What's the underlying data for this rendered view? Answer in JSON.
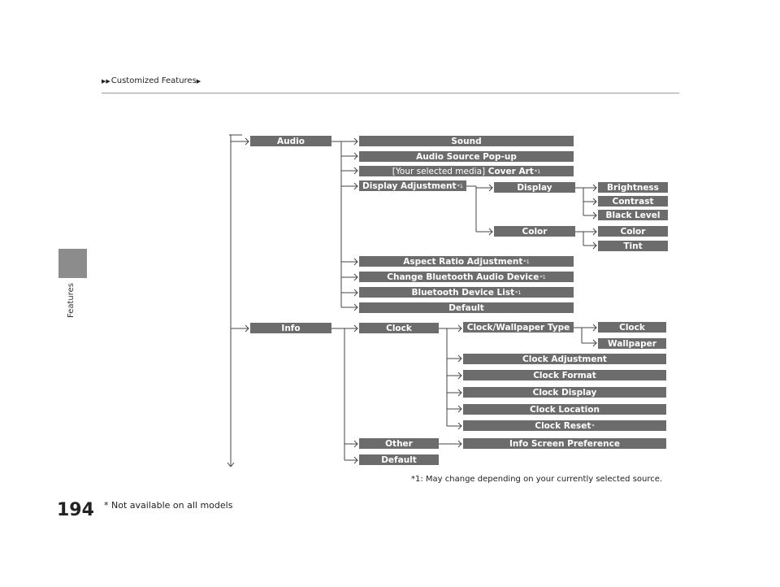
{
  "page": {
    "number": "194",
    "breadcrumb": "Customized Features",
    "side_tab": "Features",
    "footnote": "* Not available on all models",
    "note": "*1:  May change depending on your currently selected source."
  },
  "tree": {
    "audio": "Audio",
    "sound": "Sound",
    "audio_source_popup": "Audio Source Pop-up",
    "your_selected_media": "[Your selected media]",
    "cover_art": "Cover Art",
    "display_adjustment": "Display Adjustment",
    "display": "Display",
    "brightness": "Brightness",
    "contrast": "Contrast",
    "black_level": "Black Level",
    "color_group": "Color",
    "color": "Color",
    "tint": "Tint",
    "aspect_ratio": "Aspect Ratio Adjustment",
    "change_bt_audio": "Change Bluetooth Audio Device",
    "bt_device_list": "Bluetooth Device List",
    "audio_default": "Default",
    "info": "Info",
    "clock_group": "Clock",
    "clock_wallpaper_type": "Clock/Wallpaper Type",
    "clock": "Clock",
    "wallpaper": "Wallpaper",
    "clock_adjustment": "Clock Adjustment",
    "clock_format": "Clock Format",
    "clock_display": "Clock Display",
    "clock_location": "Clock Location",
    "clock_reset": "Clock Reset",
    "other": "Other",
    "info_screen_pref": "Info Screen Preference",
    "info_default": "Default",
    "mark_1": "*1",
    "mark_star": "*"
  }
}
